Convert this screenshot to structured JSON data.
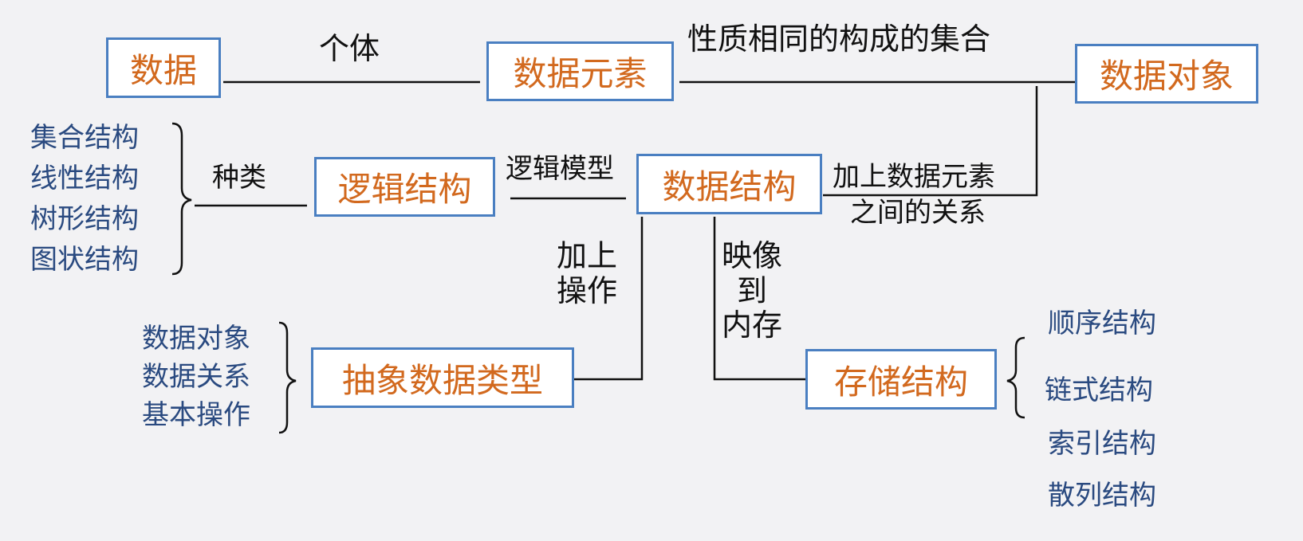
{
  "nodes": {
    "data": "数据",
    "data_element": "数据元素",
    "data_object": "数据对象",
    "logical_structure": "逻辑结构",
    "data_structure": "数据结构",
    "adt": "抽象数据类型",
    "storage_structure": "存储结构"
  },
  "edge_labels": {
    "individual": "个体",
    "same_nature_set": "性质相同的构成的集合",
    "kind": "种类",
    "logical_model": "逻辑模型",
    "add_relation_line1": "加上数据元素",
    "add_relation_line2": "之间的关系",
    "add_ops_line1": "加上",
    "add_ops_line2": "操作",
    "map_line1": "映像",
    "map_line2": "到",
    "map_line3": "内存"
  },
  "logical_kinds": [
    "集合结构",
    "线性结构",
    "树形结构",
    "图状结构"
  ],
  "adt_parts": [
    "数据对象",
    "数据关系",
    "基本操作"
  ],
  "storage_kinds": [
    "顺序结构",
    "链式结构",
    "索引结构",
    "散列结构"
  ],
  "colors": {
    "box_border": "#4a7fc1",
    "box_text": "#d2691e",
    "list_text": "#2a4a80",
    "line": "#111111",
    "background": "#f2f2f4"
  }
}
